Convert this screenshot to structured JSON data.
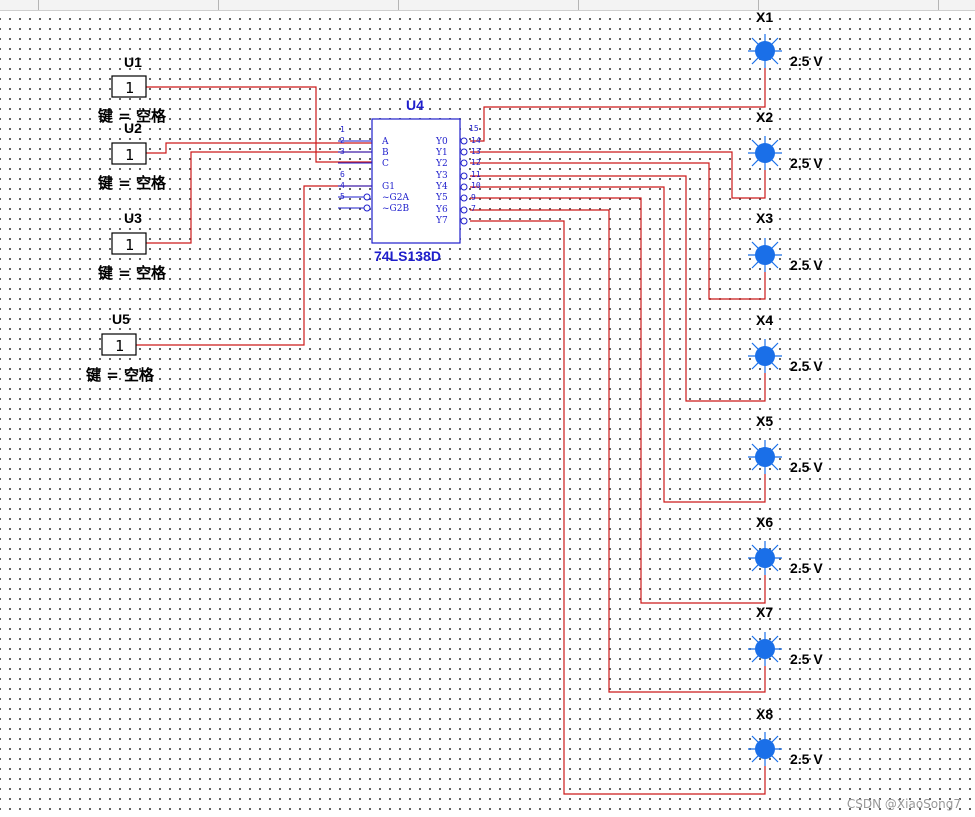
{
  "switches": [
    {
      "ref": "U1",
      "value": "1",
      "key_label": "键 = 空格"
    },
    {
      "ref": "U2",
      "value": "1",
      "key_label": "键 = 空格"
    },
    {
      "ref": "U3",
      "value": "1",
      "key_label": "键 = 空格"
    },
    {
      "ref": "U5",
      "value": "1",
      "key_label": "键 = 空格"
    }
  ],
  "decoder": {
    "ref": "U4",
    "part": "74LS138D",
    "inputs": [
      {
        "num": "1",
        "name": "A"
      },
      {
        "num": "2",
        "name": "B"
      },
      {
        "num": "3",
        "name": "C"
      },
      {
        "num": "6",
        "name": "G1"
      },
      {
        "num": "4",
        "name": "~G2A"
      },
      {
        "num": "5",
        "name": "~G2B"
      }
    ],
    "outputs": [
      {
        "num": "15",
        "name": "Y0"
      },
      {
        "num": "14",
        "name": "Y1"
      },
      {
        "num": "13",
        "name": "Y2"
      },
      {
        "num": "12",
        "name": "Y3"
      },
      {
        "num": "11",
        "name": "Y4"
      },
      {
        "num": "10",
        "name": "Y5"
      },
      {
        "num": "9",
        "name": "Y6"
      },
      {
        "num": "7",
        "name": "Y7"
      }
    ]
  },
  "probes": [
    {
      "ref": "X1",
      "voltage": "2.5 V"
    },
    {
      "ref": "X2",
      "voltage": "2.5 V"
    },
    {
      "ref": "X3",
      "voltage": "2.5 V"
    },
    {
      "ref": "X4",
      "voltage": "2.5 V"
    },
    {
      "ref": "X5",
      "voltage": "2.5 V"
    },
    {
      "ref": "X6",
      "voltage": "2.5 V"
    },
    {
      "ref": "X7",
      "voltage": "2.5 V"
    },
    {
      "ref": "X8",
      "voltage": "2.5 V"
    }
  ],
  "colors": {
    "wire": "#cc1a1a",
    "component": "#1f1fcc",
    "probe_lamp": "#1a6fe8",
    "background": "#ffffff"
  },
  "watermark": "CSDN @XiaoSong7"
}
